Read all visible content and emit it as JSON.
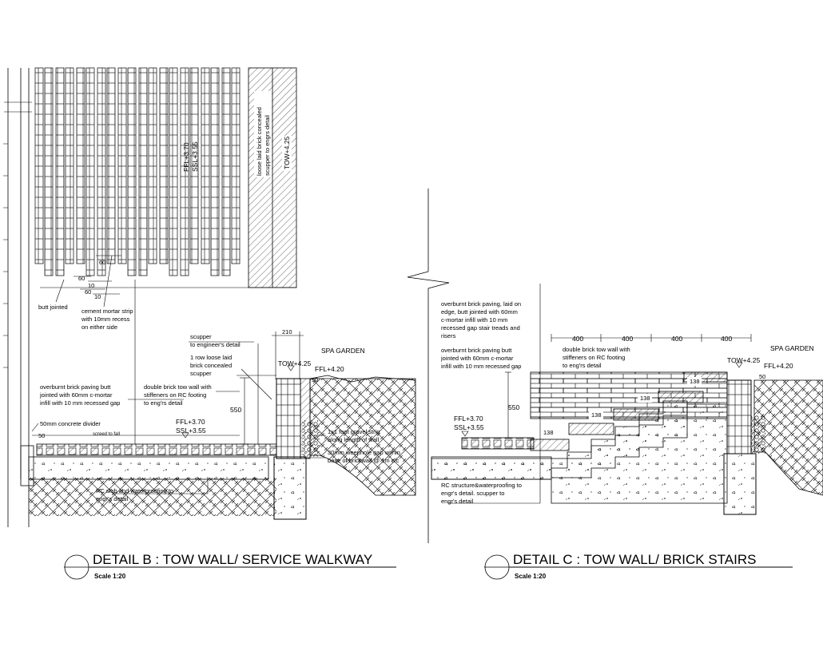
{
  "detail_b": {
    "title": "DETAIL B : TOW WALL/ SERVICE WALKWAY",
    "scale": "Scale 1:20",
    "plan_level_1": "FFL+3.70",
    "plan_level_2": "SSL+3.55",
    "plan_note_1": "loose laid brick concealed",
    "plan_note_2": "scupper to engrs detail",
    "plan_tow": "TOW+4.25",
    "dim_60a": "60",
    "dim_60b": "60",
    "dim_60c": "60",
    "dim_10a": "10",
    "dim_10b": "10",
    "butt_jointed": "butt jointed",
    "cement_strip": [
      "cement mortar strip",
      "with 10mm recess",
      "on either side"
    ],
    "scupper": [
      "scupper",
      "to engineer's detail"
    ],
    "row_loose": [
      "1 row loose laid",
      "brick concealed",
      "scupper"
    ],
    "dim_210": "210",
    "tow": "TOW+4.25",
    "spa_garden": "SPA GARDEN",
    "ffl_420": "FFL+4.20",
    "dim_50_top": "50",
    "overburnt": [
      "overburnt brick paving butt",
      "jointed with 60mm c-mortar",
      "infill with 10 mm recessed gap"
    ],
    "double_brick": [
      "double brick tow wall with",
      "stiffeners on RC footing",
      "to eng'rs detail"
    ],
    "dim_550": "550",
    "concrete_divider": "50mm concrete divider",
    "dim_50": "50",
    "screed": "screed to fall",
    "ffl_370": "FFL+3.70",
    "ssl_355": "SSL+3.55",
    "gravel": [
      "1x1 foot gravel strip",
      "along length of wall"
    ],
    "weephole": [
      "30mm weephole gap within",
      "base of brickwall @ 1m c/c"
    ],
    "rc_slab": [
      "RC slab and waterproofing to",
      "engr's detail"
    ]
  },
  "detail_c": {
    "title": "DETAIL C : TOW WALL/ BRICK STAIRS",
    "scale": "Scale 1:20",
    "overburnt_edge": [
      "overburnt brick paving, laid on",
      "edge, butt jointed with 60mm",
      "c-mortar infill with 10 mm",
      "recessed gap stair treads and",
      "risers"
    ],
    "overburnt_butt": [
      "overburnt brick paving butt",
      "jointed with 60mm c-mortar",
      "infill with 10 mm recessed gap"
    ],
    "dims_400": [
      "400",
      "400",
      "400",
      "400"
    ],
    "double_brick": [
      "double brick tow wall with",
      "stiffeners on RC footing",
      "to eng'rs detail"
    ],
    "tow": "TOW+4.25",
    "spa_garden": "SPA GARDEN",
    "ffl_420": "FFL+4.20",
    "dim_50": "50",
    "dim_550": "550",
    "dims_138": [
      "138",
      "138",
      "138",
      "138"
    ],
    "ffl_370": "FFL+3.70",
    "ssl_355": "SSL+3.55",
    "rc_structure": [
      "RC structure&waterproofing to",
      "engr's detail. scupper to",
      "engr's detail"
    ]
  }
}
